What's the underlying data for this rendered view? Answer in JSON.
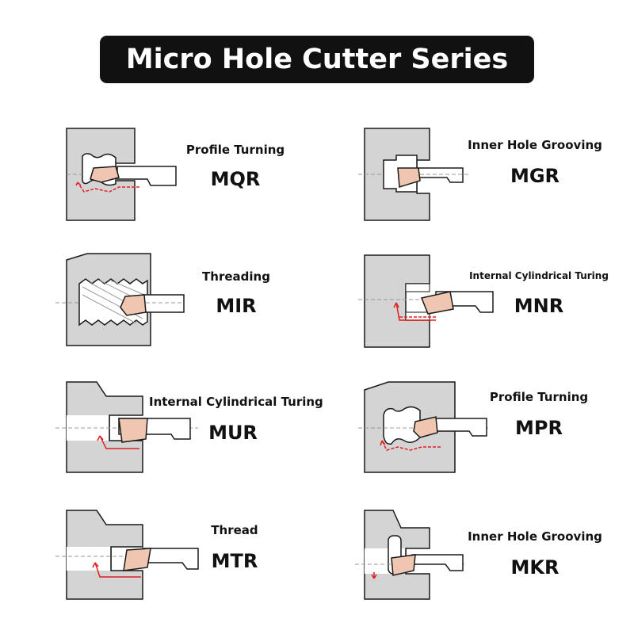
{
  "title": "Micro Hole Cutter Series",
  "colors": {
    "workpiece": "#d4d4d4",
    "outline": "#1a1a1a",
    "insert": "#efc6b0",
    "feed_path": "#e02020",
    "background": "#ffffff"
  },
  "series": [
    {
      "operation": "Profile Turning",
      "model": "MQR",
      "icon": "profile-turning-diagram"
    },
    {
      "operation": "Inner Hole Grooving",
      "model": "MGR",
      "icon": "inner-hole-grooving-diagram"
    },
    {
      "operation": "Threading",
      "model": "MIR",
      "icon": "threading-diagram"
    },
    {
      "operation": "Internal Cylindrical Turing",
      "model": "MNR",
      "icon": "internal-cylindrical-turning-diagram"
    },
    {
      "operation": "Internal Cylindrical Turing",
      "model": "MUR",
      "icon": "internal-cylindrical-turning-diagram"
    },
    {
      "operation": "Profile Turning",
      "model": "MPR",
      "icon": "profile-turning-diagram"
    },
    {
      "operation": "Thread",
      "model": "MTR",
      "icon": "thread-diagram"
    },
    {
      "operation": "Inner Hole Grooving",
      "model": "MKR",
      "icon": "inner-hole-grooving-diagram"
    }
  ]
}
